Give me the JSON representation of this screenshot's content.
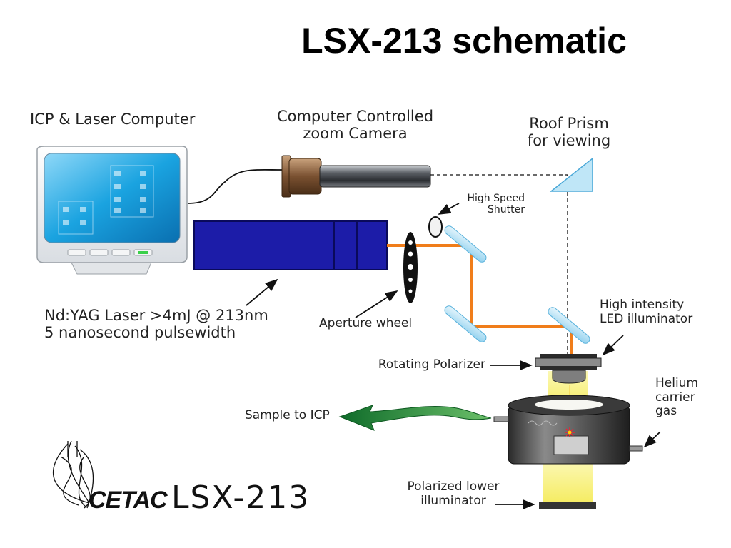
{
  "title": "LSX-213 schematic",
  "labels": {
    "computer": "ICP & Laser Computer",
    "camera_line1": "Computer Controlled",
    "camera_line2": "zoom Camera",
    "prism_line1": "Roof Prism",
    "prism_line2": "for viewing",
    "shutter_line1": "High Speed",
    "shutter_line2": "Shutter",
    "laser_line1": "Nd:YAG Laser >4mJ @ 213nm",
    "laser_line2": "5 nanosecond pulsewidth",
    "aperture": "Aperture wheel",
    "led_line1": "High intensity",
    "led_line2": "LED illuminator",
    "polarizer": "Rotating Polarizer",
    "helium_line1": "Helium",
    "helium_line2": "carrier",
    "helium_line3": "gas",
    "sample": "Sample to ICP",
    "lower_line1": "Polarized lower",
    "lower_line2": "illuminator"
  },
  "logo": {
    "brand": "CETAC",
    "model": "LSX-213"
  },
  "colors": {
    "laser_beam": "#f07d1a",
    "laser_body": "#1c1ca8",
    "screen": "#1aa3e0",
    "sample_arrow": "#1f8a3a",
    "illumination": "#f6ee6a"
  }
}
